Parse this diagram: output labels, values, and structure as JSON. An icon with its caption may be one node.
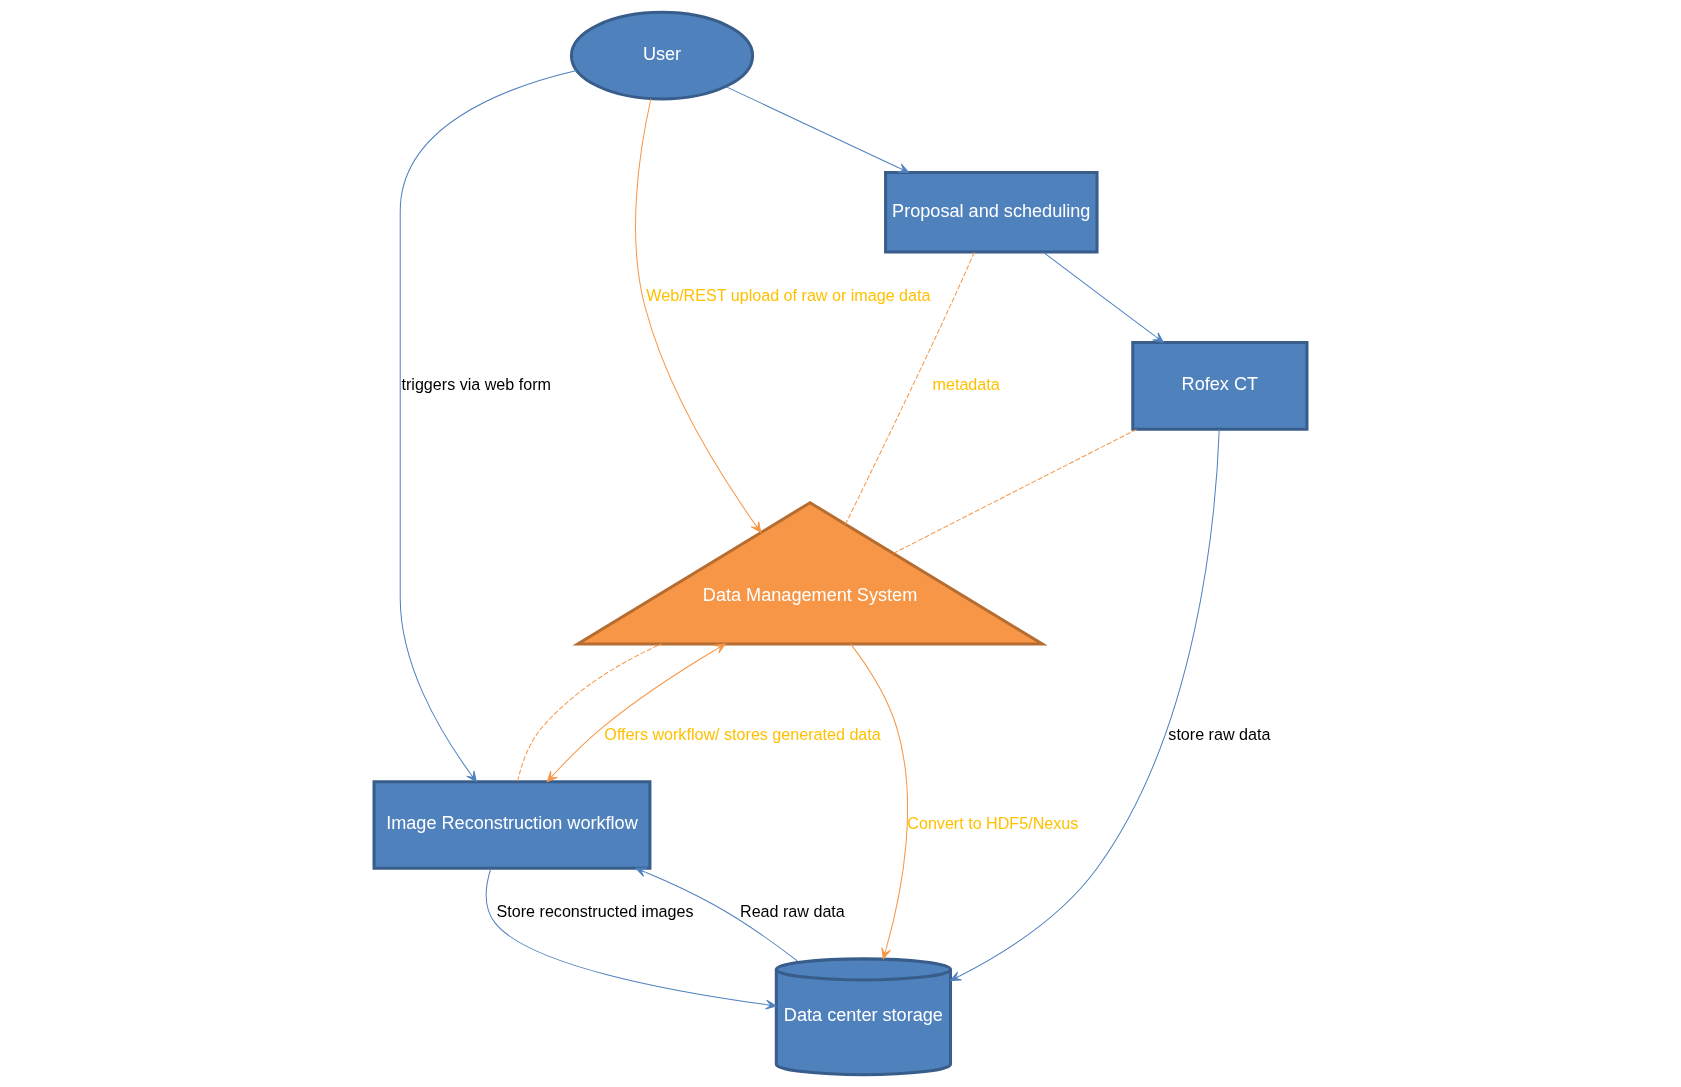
{
  "diagram": {
    "nodes": [
      {
        "text": [
          "User"
        ]
      },
      {
        "text": [
          "Proposal and scheduling"
        ]
      },
      {
        "text": [
          "Rofex CT"
        ]
      },
      {
        "text": [
          "Image Reconstruction workflow"
        ]
      },
      {
        "text": [
          "Data Management System"
        ]
      },
      {
        "text": [
          "Data center storage"
        ]
      }
    ],
    "edges": [
      {
        "from": 0,
        "to": 1,
        "arrow": "to",
        "color": "#4f81bd"
      },
      {
        "from": 1,
        "to": 2,
        "arrow": "to",
        "color": "#4f81bd"
      },
      {
        "from": 0,
        "to": 3,
        "arrow": "to",
        "label": "triggers via web form",
        "color": "#4f81bd"
      },
      {
        "from": 0,
        "to": 4,
        "arrow": "to",
        "label": "Web/REST upload of raw or image data",
        "color": "#f79646"
      },
      {
        "from": 1,
        "to": 4,
        "arrow": "none",
        "style": "dashed",
        "label": "metadata",
        "color": "#f79646"
      },
      {
        "from": 2,
        "to": 4,
        "arrow": "none",
        "style": "dashed",
        "color": "#f79646"
      },
      {
        "from": 3,
        "to": 4,
        "arrow": "none",
        "style": "dashed",
        "color": "#f79646"
      },
      {
        "from": 4,
        "to": 3,
        "arrow": "both",
        "label": "Offers workflow/ stores generated data",
        "color": "#f79646"
      },
      {
        "from": 2,
        "to": 5,
        "arrow": "to",
        "label": "store raw data",
        "color": "#4f81bd"
      },
      {
        "from": 5,
        "to": 3,
        "arrow": "to",
        "label": "Read raw data",
        "color": "#4f81bd"
      },
      {
        "from": 3,
        "to": 5,
        "arrow": "to",
        "label": "Store reconstructed images",
        "color": "#4f81bd"
      },
      {
        "from": 4,
        "to": 5,
        "arrow": "to",
        "label": "Convert to HDF5/Nexus",
        "color": "#f79646"
      }
    ]
  }
}
